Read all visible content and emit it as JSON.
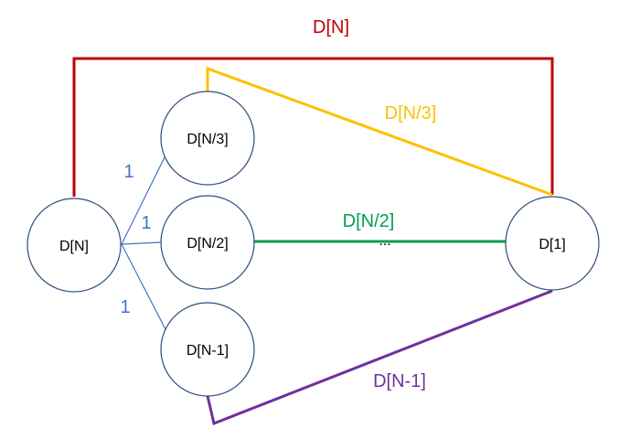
{
  "colors": {
    "red": "#c00000",
    "yellow": "#ffc000",
    "green": "#00a050",
    "purple": "#7030a0",
    "blue": "#4472c4",
    "node_stroke": "#2f4d7e"
  },
  "nodes": {
    "start": "D[N]",
    "n3": "D[N/3]",
    "n2": "D[N/2]",
    "n1": "D[N-1]",
    "end": "D[1]"
  },
  "edges": {
    "top_red": "D[N]",
    "yellow": "D[N/3]",
    "green": "D[N/2]",
    "purple": "D[N-1]",
    "ellipsis": "..."
  },
  "weights": {
    "to_n3": "1",
    "to_n2": "1",
    "to_n1": "1"
  }
}
